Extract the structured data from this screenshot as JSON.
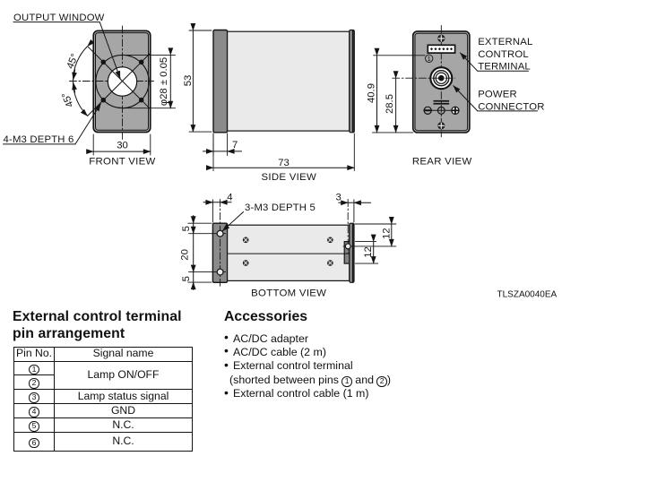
{
  "drawing_code": "TLSZA0040EA",
  "colors": {
    "line": "#141414",
    "panel_gray": "#a6a6a6",
    "body_light": "#eaeaea",
    "band_gray": "#8b8b8b",
    "strip_gray": "#909090",
    "tab_gray": "#848484",
    "white": "#ffffff",
    "background": "#ffffff"
  },
  "views": {
    "front": {
      "caption": "FRONT VIEW",
      "labels": {
        "output_window": "OUTPUT WINDOW",
        "mount_holes": "4-M3 DEPTH 6"
      },
      "dims": {
        "width": "30",
        "window_diameter": "φ28 ± 0.05",
        "angle_upper": "45°",
        "angle_lower": "45°"
      }
    },
    "side": {
      "caption": "SIDE VIEW",
      "dims": {
        "height": "53",
        "bezel_depth": "7",
        "total_depth": "73"
      }
    },
    "rear": {
      "caption": "REAR VIEW",
      "labels": {
        "terminal_line1": "EXTERNAL",
        "terminal_line2": "CONTROL",
        "terminal_line3": "TERMINAL",
        "power_line1": "POWER",
        "power_line2": "CONNECTOR",
        "pin1_mark": "1"
      },
      "dims": {
        "terminal_height": "40.9",
        "connector_height": "28.5"
      }
    },
    "bottom": {
      "caption": "BOTTOM VIEW",
      "labels": {
        "mount_holes": "3-M3 DEPTH 5"
      },
      "dims": {
        "hole_offset_left": "4",
        "hole_offset_right": "3",
        "edge_to_hole": "5",
        "hole_pitch": "20",
        "hole_to_edge": "5",
        "top_to_tab_hole": "12",
        "tab_height": "12"
      }
    }
  },
  "pin_table": {
    "title_line1": "External control terminal",
    "title_line2": "pin arrangement",
    "headers": [
      "Pin No.",
      "Signal name"
    ],
    "rows": [
      {
        "pin": "①",
        "signal": "Lamp ON/OFF",
        "span": 2
      },
      {
        "pin": "②"
      },
      {
        "pin": "③",
        "signal": "Lamp status signal"
      },
      {
        "pin": "④",
        "signal": "GND"
      },
      {
        "pin": "⑤",
        "signal": "N.C."
      },
      {
        "pin": "⑥",
        "signal": "N.C."
      }
    ]
  },
  "accessories": {
    "title": "Accessories",
    "items": [
      "AC/DC adapter",
      "AC/DC cable (2 m)",
      "External control terminal\n(shorted between pins ① and ②)",
      "External control cable (1 m)"
    ]
  }
}
